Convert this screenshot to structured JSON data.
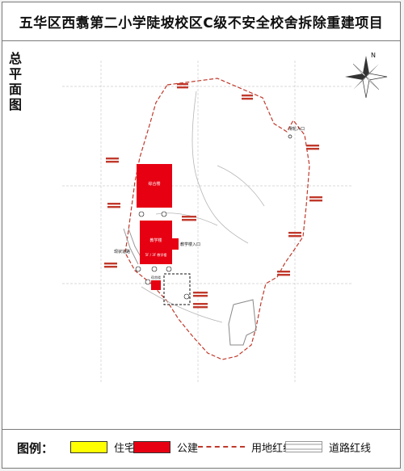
{
  "header": {
    "title": "五华区西翥第二小学陡坡校区C级不安全校舍拆除重建项目"
  },
  "side_label": [
    "总",
    "平",
    "面",
    "图"
  ],
  "plan": {
    "labels": {
      "north": "N",
      "entrance_back": "滑轮入口",
      "entrance_teaching": "教学楼入口",
      "building_top": "综合楼",
      "building_mid": "教学楼",
      "building_mid_sub": "5F / 3F 教学楼",
      "building_small": "宿舍楼",
      "left_note": "现状道路"
    },
    "colors": {
      "public_building": "#e60012",
      "residential": "#ffff00",
      "red_line": "#c0392b",
      "grid": "#cccccc"
    }
  },
  "legend": {
    "title": "图例：",
    "items": [
      {
        "label": "住宅",
        "color": "#ffff00"
      },
      {
        "label": "公建",
        "color": "#e60012"
      },
      {
        "label": "用地红线",
        "color": "#c0392b"
      },
      {
        "label": "道路红线",
        "color": "#999999"
      }
    ]
  }
}
